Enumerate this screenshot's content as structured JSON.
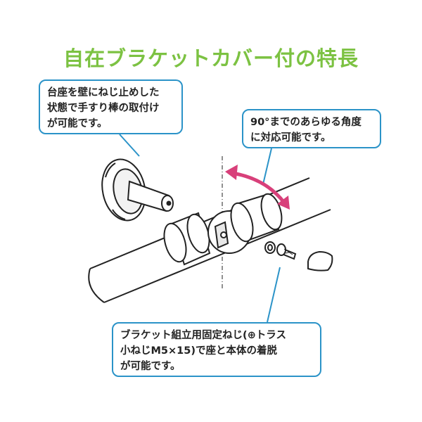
{
  "title": "自在ブラケットカバー付の特長",
  "colors": {
    "title": "#7cc242",
    "callout_border": "#2b93c8",
    "arrow": "#d8407a"
  },
  "callouts": {
    "wall_mount": {
      "lines": [
        "台座を壁にねじ止めした",
        "状態で手すり棒の取付け",
        "が可能です。"
      ]
    },
    "angle": {
      "lines": [
        "90°までのあらゆる角度",
        "に対応可能です。"
      ]
    },
    "screw": {
      "lines": [
        "ブラケット組立用固定ねじ(⊕トラス",
        "小ねじM5×15)で座と本体の着脱",
        "が可能です。"
      ]
    }
  }
}
